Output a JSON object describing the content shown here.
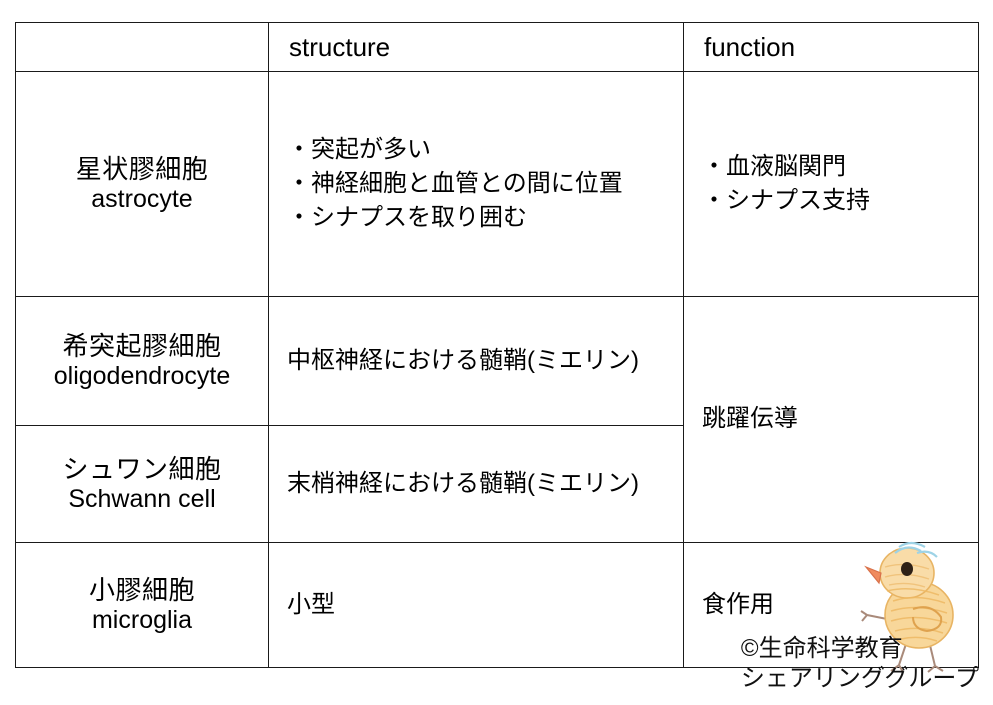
{
  "table": {
    "headers": [
      "",
      "structure",
      "function"
    ],
    "rows": [
      {
        "name_jp": "星状膠細胞",
        "name_en": "astrocyte",
        "structure_bullets": [
          "突起が多い",
          "神経細胞と血管との間に位置",
          "シナプスを取り囲む"
        ],
        "function_bullets": [
          "血液脳関門",
          "シナプス支持"
        ]
      },
      {
        "name_jp": "希突起膠細胞",
        "name_en": "oligodendrocyte",
        "structure_text": "中枢神経における髄鞘(ミエリン)",
        "function_text_merged": "跳躍伝導"
      },
      {
        "name_jp": "シュワン細胞",
        "name_en": "Schwann cell",
        "structure_text": "末梢神経における髄鞘(ミエリン)"
      },
      {
        "name_jp": "小膠細胞",
        "name_en": "microglia",
        "structure_text": "小型",
        "function_text": "食作用"
      }
    ]
  },
  "credit": {
    "line1": "©生命科学教育",
    "line2": "シェアリンググループ"
  },
  "illustration": {
    "name": "chick-illustration",
    "body_color": "#f5c97a",
    "outline_color": "#e0a94f",
    "beak_color": "#e8704a",
    "eye_color": "#3b2a1a",
    "accent_color": "#a8d8e8",
    "leg_color": "#9a7a6a"
  },
  "colors": {
    "header_fill": "#ffffff",
    "name_fill": "#dbeaf1",
    "border": "#1a1a1a",
    "text": "#000000",
    "background": "#ffffff"
  }
}
